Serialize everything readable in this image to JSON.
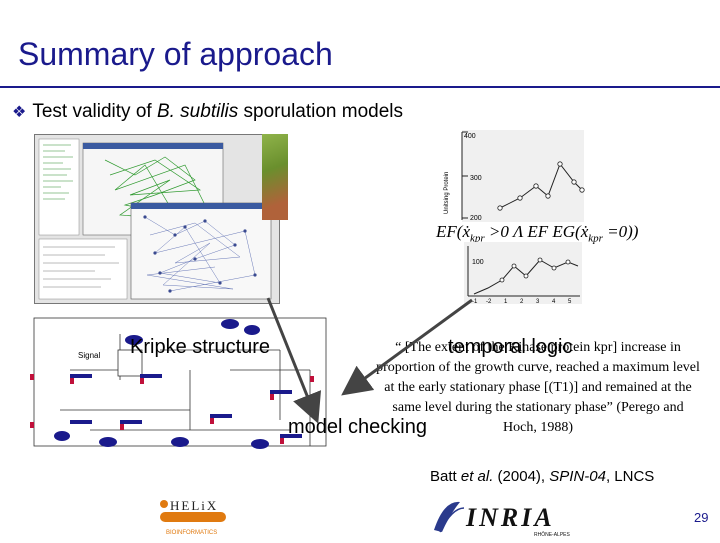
{
  "slide": {
    "title": "Summary of approach",
    "bullet": {
      "prefix": "Test validity of ",
      "species": "B. subtilis",
      "suffix": " sporulation models"
    },
    "labels": {
      "kripke": "Kripke structure",
      "temporal_logic": "temporal logic",
      "model_checking": "model checking"
    },
    "formula": {
      "part1": "EF(",
      "x1": "ẋ",
      "sub1": "kpr",
      "part2": " >0 Λ EF EG(",
      "x2": "ẋ",
      "sub2": "kpr",
      "part3": " =0))"
    },
    "quote": {
      "text": "“ [The extent of the Kinase protein kpr] increase in proportion of the growth curve, reached a maximum level at the early stationary phase [(T1)] and remained at the same level during the stationary phase” (Perego and Hoch, 1988)"
    },
    "citation": {
      "authors": "Batt ",
      "etal": "et al.",
      "year": " (2004), ",
      "venue": "SPIN-04",
      "series": ", LNCS"
    },
    "network_signal_label": "Signal",
    "chart_top": {
      "ylabel": "Unitsing Protein",
      "ticks": [
        "400",
        "300",
        "200"
      ]
    },
    "chart_bot": {
      "tick": "100",
      "xticks": [
        "-1",
        "-2",
        "1",
        "2",
        "3",
        "4",
        "5"
      ]
    },
    "logos": {
      "helix_text": "HELiX",
      "helix_sub": "BIOINFORMATICS",
      "inria_text": "INRIA",
      "inria_sub": "RHÔNE-ALPES"
    },
    "page_number": "29",
    "colors": {
      "title": "#1a1a8c",
      "node": "#1a1a8c",
      "node_red": "#c0103a",
      "helix": "#e07a10"
    }
  }
}
